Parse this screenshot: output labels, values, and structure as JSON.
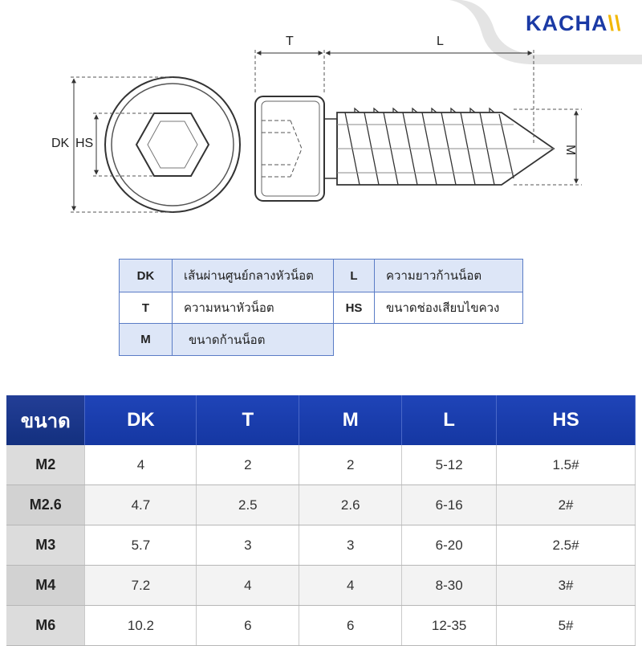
{
  "brand": {
    "name": "KACHA"
  },
  "drawing": {
    "labels": {
      "dk": "DK",
      "hs": "HS",
      "t": "T",
      "l": "L",
      "m": "M"
    }
  },
  "legend": [
    {
      "code": "DK",
      "desc": "เส้นผ่านศูนย์กลางหัวน็อต"
    },
    {
      "code": "L",
      "desc": "ความยาวก้านน็อต"
    },
    {
      "code": "T",
      "desc": "ความหนาหัวน็อต"
    },
    {
      "code": "HS",
      "desc": "ขนาดช่องเสียบไขควง"
    },
    {
      "code": "M",
      "desc": "ขนาดก้านน็อต"
    }
  ],
  "table": {
    "headers": [
      "ขนาด",
      "DK",
      "T",
      "M",
      "L",
      "HS"
    ],
    "rows": [
      [
        "M2",
        "4",
        "2",
        "2",
        "5-12",
        "1.5#"
      ],
      [
        "M2.6",
        "4.7",
        "2.5",
        "2.6",
        "6-16",
        "2#"
      ],
      [
        "M3",
        "5.7",
        "3",
        "3",
        "6-20",
        "2.5#"
      ],
      [
        "M4",
        "7.2",
        "4",
        "4",
        "8-30",
        "3#"
      ],
      [
        "M6",
        "10.2",
        "6",
        "6",
        "12-35",
        "5#"
      ]
    ]
  },
  "colors": {
    "brand_blue": "#1b3aa5",
    "header_blue": "#1f44b8",
    "legend_fill": "#dde6f7"
  }
}
